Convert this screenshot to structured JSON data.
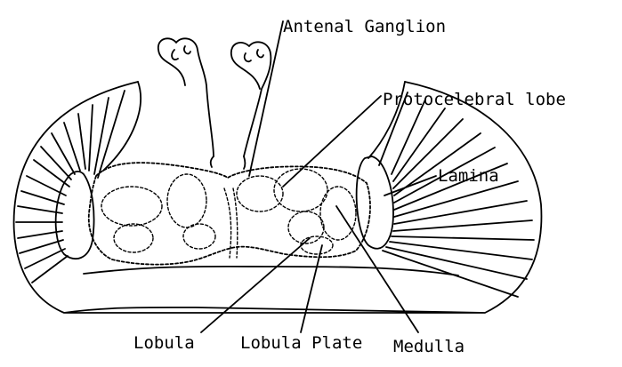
{
  "labels": {
    "antenal_ganglion": "Antenal Ganglion",
    "protocelebral_lobe": "Protocelebral lobe",
    "lamina": "Lamina",
    "lobula": "Lobula",
    "lobula_plate": "Lobula Plate",
    "medulla": "Medulla"
  },
  "colors": {
    "line": "#000000",
    "background": "#ffffff"
  }
}
